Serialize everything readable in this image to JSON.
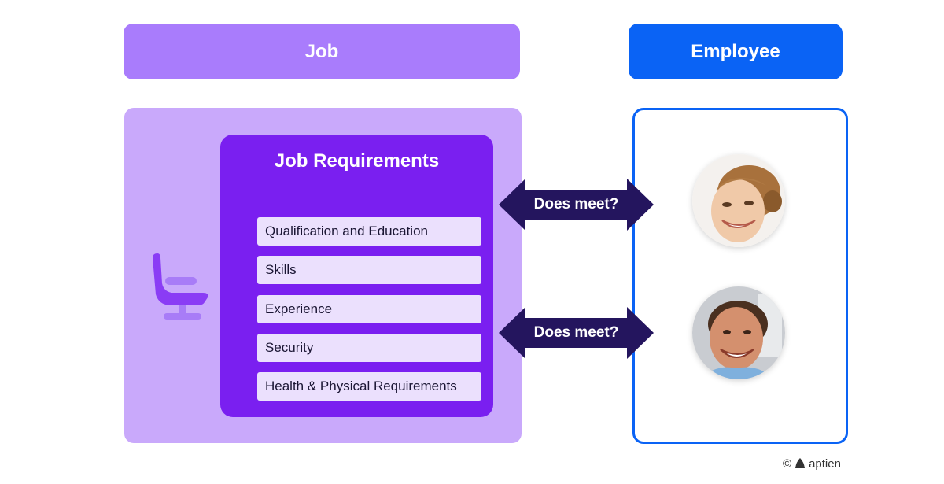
{
  "headers": {
    "job": "Job",
    "employee": "Employee"
  },
  "requirements": {
    "title": "Job Requirements",
    "items": [
      "Qualification and Education",
      "Skills",
      "Experience",
      "Security",
      "Health & Physical Requirements"
    ]
  },
  "connections": [
    {
      "label": "Does meet?"
    },
    {
      "label": "Does meet?"
    }
  ],
  "footer": {
    "copyright_symbol": "©",
    "brand": "aptien"
  },
  "colors": {
    "job_header": "#a97cfc",
    "job_panel": "#c9a9fb",
    "requirements_box": "#7a1ff0",
    "requirement_item": "#ebe0fd",
    "employee_accent": "#0a63f5",
    "arrow": "#24155e",
    "chair": "#8a3cf5"
  },
  "icons": {
    "chair": "chair-icon",
    "brand": "aptien-logo-icon"
  }
}
